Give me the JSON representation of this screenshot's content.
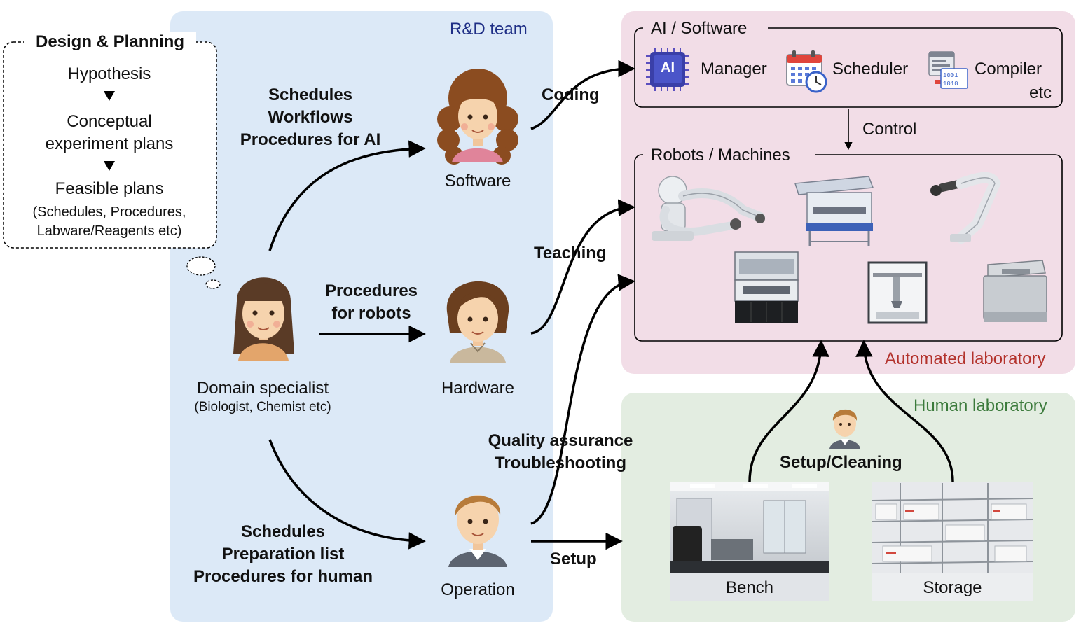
{
  "design": {
    "title": "Design & Planning",
    "steps": [
      "Hypothesis",
      "Conceptual\nexperiment plans",
      "Feasible plans"
    ],
    "note": "(Schedules, Procedures,\nLabware/Reagents etc)"
  },
  "rd_team": {
    "title": "R&D team",
    "domain_specialist": {
      "label": "Domain specialist",
      "sub": "(Biologist, Chemist etc)"
    },
    "software": "Software",
    "hardware": "Hardware",
    "operation": "Operation",
    "to_software": "Schedules\nWorkflows\nProcedures for AI",
    "to_hardware": "Procedures\nfor robots",
    "to_operation": "Schedules\nPreparation list\nProcedures for human"
  },
  "edges": {
    "coding": "Coding",
    "teaching": "Teaching",
    "qa": "Quality assurance\nTroubleshooting",
    "setup": "Setup",
    "control": "Control",
    "setup_cleaning": "Setup/Cleaning"
  },
  "automated_lab": {
    "title": "Automated laboratory",
    "ai_software": {
      "title": "AI / Software",
      "items": [
        "Manager",
        "Scheduler",
        "Compiler"
      ],
      "etc": "etc",
      "ai_chip_text": "AI"
    },
    "robots": {
      "title": "Robots / Machines"
    }
  },
  "human_lab": {
    "title": "Human laboratory",
    "bench": "Bench",
    "storage": "Storage"
  },
  "colors": {
    "rd_bg": "#dce9f7",
    "auto_bg": "#f2dde7",
    "human_bg": "#e3ede1",
    "rd_title": "#1f2f86",
    "auto_title": "#b3322c",
    "human_title": "#3b7a3b"
  }
}
